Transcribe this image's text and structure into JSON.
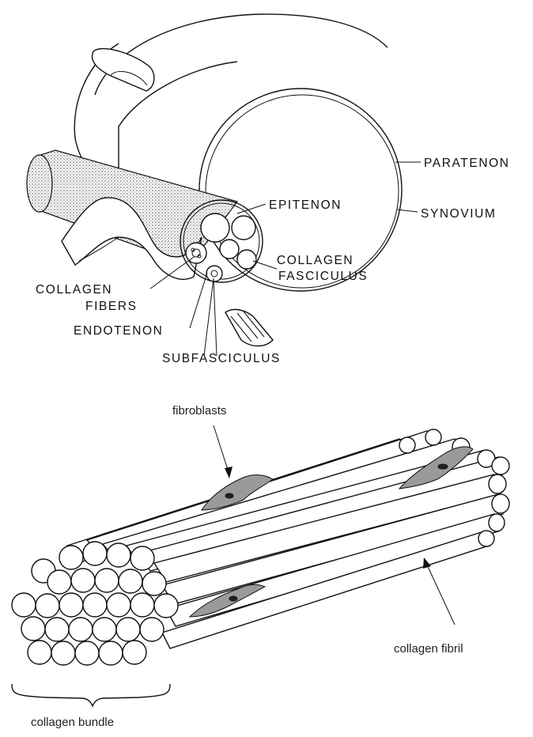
{
  "top_diagram": {
    "labels": {
      "paratenon": "PARATENON",
      "synovium": "SYNOVIUM",
      "epitenon": "EPITENON",
      "collagen_fasciculus_line1": "COLLAGEN",
      "collagen_fasciculus_line2": "FASCICULUS",
      "collagen_fibers_line1": "COLLAGEN",
      "collagen_fibers_line2": "FIBERS",
      "endotenon": "ENDOTENON",
      "subfasciculus": "SUBFASCICULUS"
    }
  },
  "bottom_diagram": {
    "labels": {
      "fibroblasts": "fibroblasts",
      "collagen_fibril": "collagen fibril",
      "collagen_bundle": "collagen bundle"
    }
  },
  "colors": {
    "line": "#111111",
    "cell_fill": "#9a9a9a",
    "stipple": "#8c8c8c"
  }
}
